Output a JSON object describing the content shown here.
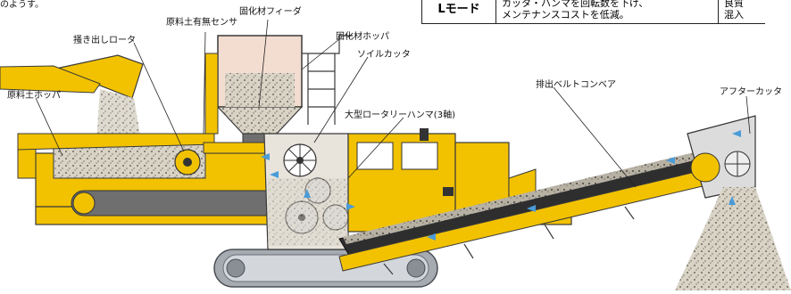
{
  "intro_text": "のようす。",
  "mode_table": {
    "mode": "Lモード",
    "desc_line1": "カッタ・ハンマを回転数を下げ、",
    "desc_line2": "メンテナンスコストを低減。",
    "extra_line1": "良質",
    "extra_line2": "混入"
  },
  "labels": {
    "raw_soil_sensor": "原料土有無センサ",
    "binder_feeder": "固化材フィーダ",
    "scraping_rotor": "掻き出しロータ",
    "binder_hopper": "固化材ホッパ",
    "soil_cutter": "ソイルカッタ",
    "raw_soil_hopper": "原料土ホッパ",
    "rotary_hammer": "大型ロータリーハンマ(3軸)",
    "discharge_conveyor": "排出ベルトコンベア",
    "after_cutter": "アフターカッタ"
  },
  "colors": {
    "machine_yellow": "#f2c200",
    "machine_dark": "#3a3a3a",
    "soil": "#c9c4b8",
    "crawler": "#8a8f96",
    "arrow_blue": "#4a9bd8",
    "hopper_fill": "#f3ddd0"
  }
}
